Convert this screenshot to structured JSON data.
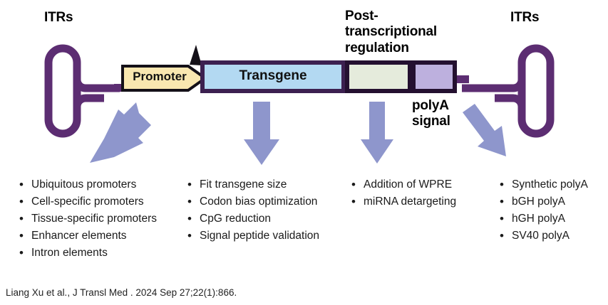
{
  "figure": {
    "title_labels": {
      "itr_left": "ITRs",
      "itr_right": "ITRs",
      "post_transcriptional": "Post-transcriptional regulation",
      "polya_signal": "polyA signal"
    },
    "cassette": {
      "promoter": "Promoter",
      "transgene": "Transgene",
      "wpre_box": "",
      "polya_box": ""
    },
    "colors": {
      "itr_purple": "#5C2D72",
      "promoter_fill": "#F9E7B0",
      "transgene_fill": "#B3D9F2",
      "wpre_fill": "#E5EBDC",
      "polya_fill": "#BDB0DE",
      "box_outline": "#2A1433",
      "arrow_fill": "#8E96CC",
      "background": "#FFFFFF"
    },
    "columns": [
      {
        "key": "promoters",
        "items": [
          "Ubiquitous promoters",
          "Cell-specific promoters",
          "Tissue-specific promoters",
          "Enhancer elements",
          "Intron elements"
        ]
      },
      {
        "key": "transgene",
        "items": [
          "Fit transgene size",
          "Codon bias optimization",
          "CpG reduction",
          "Signal peptide validation"
        ]
      },
      {
        "key": "post_transcriptional",
        "items": [
          "Addition of WPRE",
          "miRNA detargeting"
        ]
      },
      {
        "key": "polya",
        "items": [
          "Synthetic polyA",
          "bGH polyA",
          "hGH polyA",
          "SV40 polyA"
        ]
      }
    ],
    "bullet_glyph": "•",
    "citation": "Liang Xu et al., J Transl Med . 2024 Sep 27;22(1):866."
  }
}
